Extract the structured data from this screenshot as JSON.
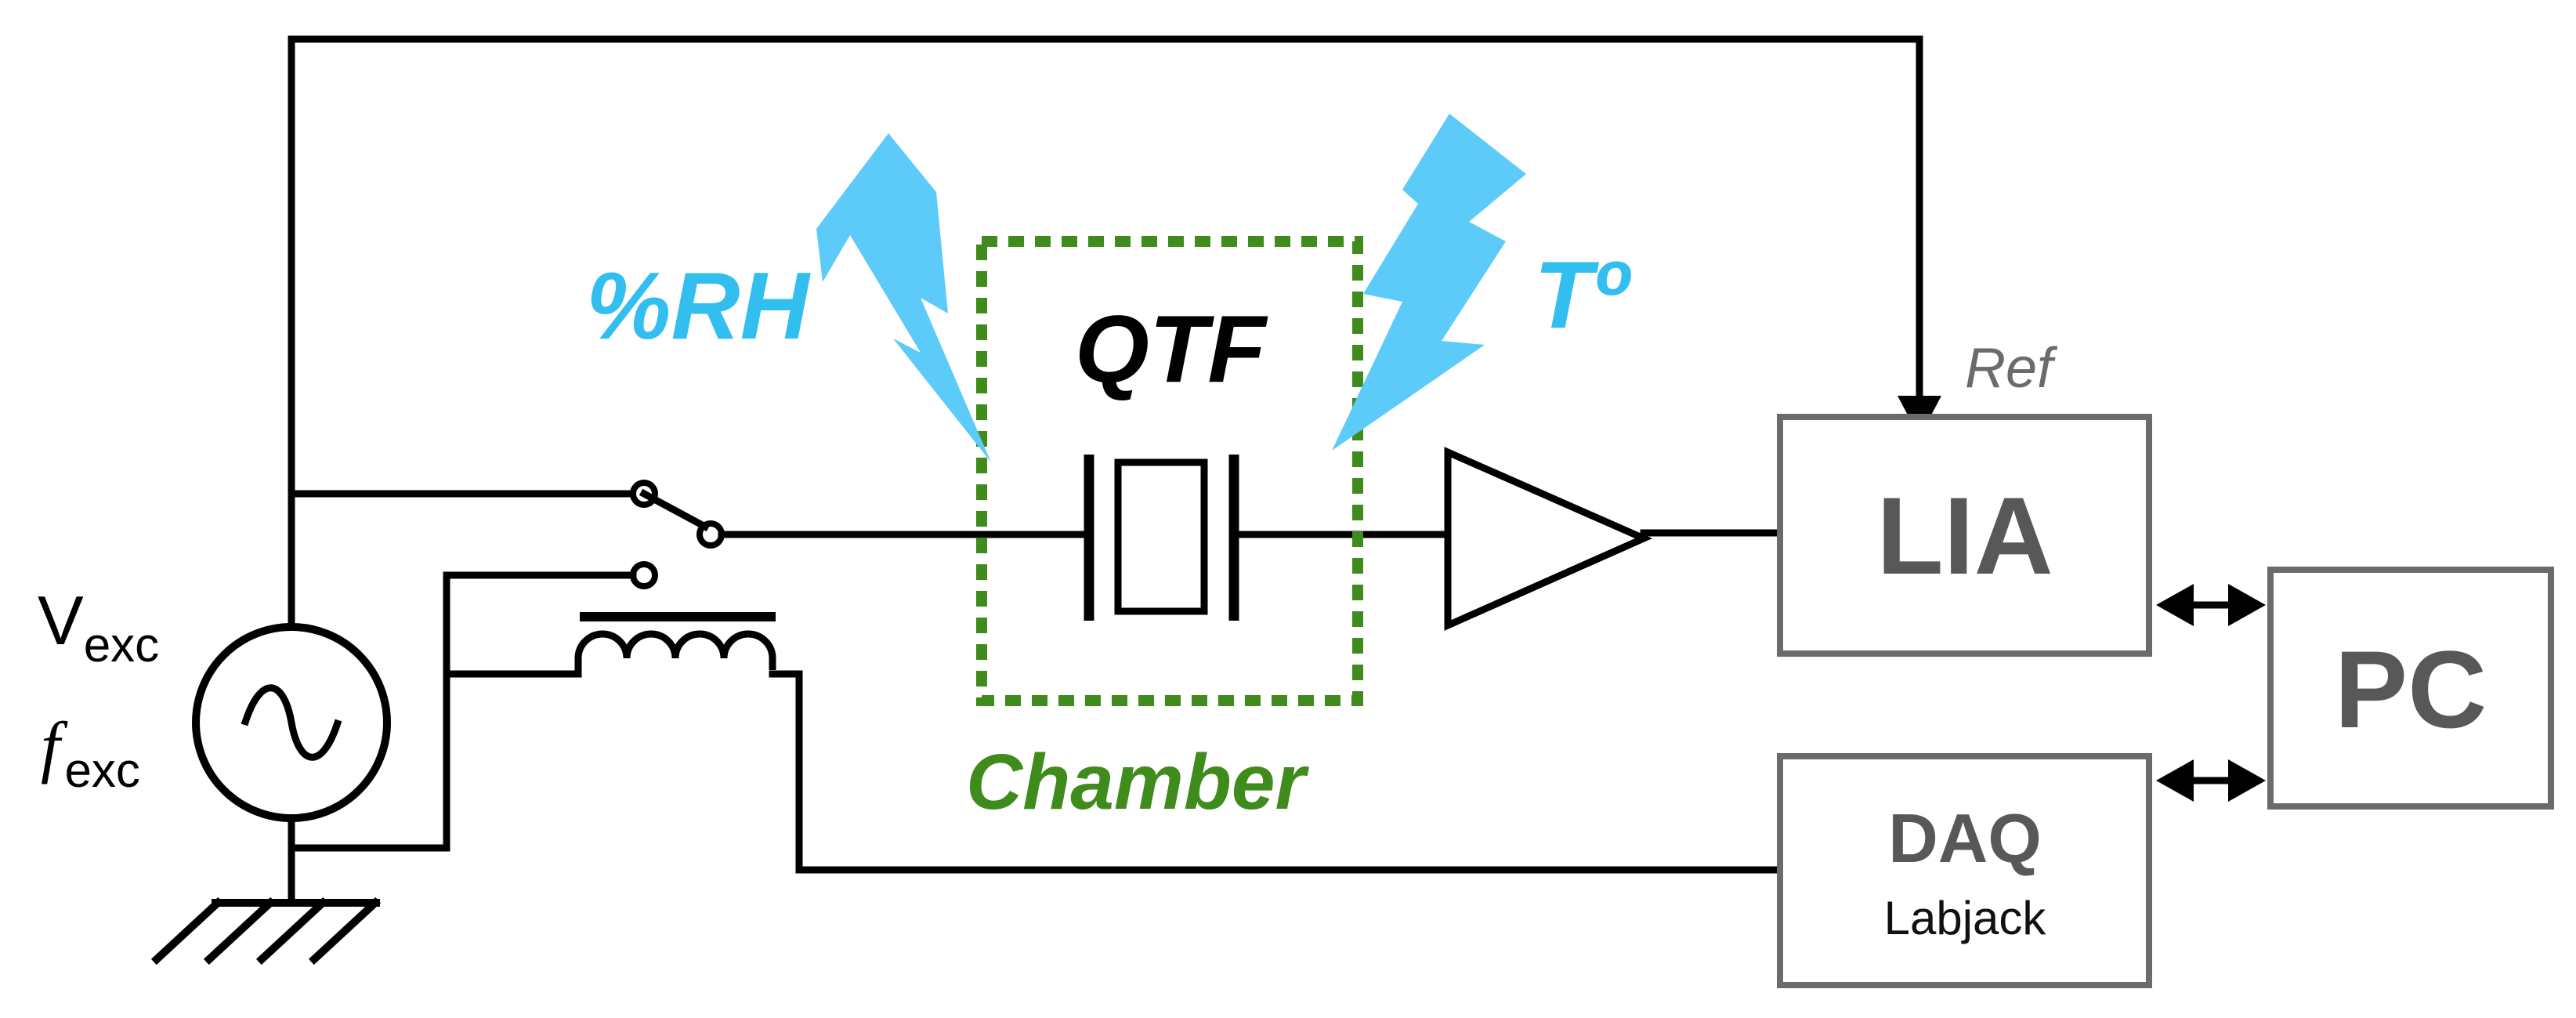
{
  "environment": {
    "humidity_label": "%RH",
    "temperature_label": "Tº"
  },
  "chamber": {
    "label": "Chamber",
    "device_label": "QTF"
  },
  "source": {
    "voltage_main": "V",
    "voltage_sub": "exc",
    "frequency_main": "f",
    "frequency_sub": "exc"
  },
  "blocks": {
    "lia_label": "LIA",
    "lia_ref_label": "Ref",
    "daq_label": "DAQ",
    "daq_sub_label": "Labjack",
    "pc_label": "PC"
  },
  "colors": {
    "bolt": "#5ccbfa",
    "chamber_border": "#3f8b1c",
    "box_border": "#6b6b6b",
    "text_blue": "#33bef0"
  }
}
